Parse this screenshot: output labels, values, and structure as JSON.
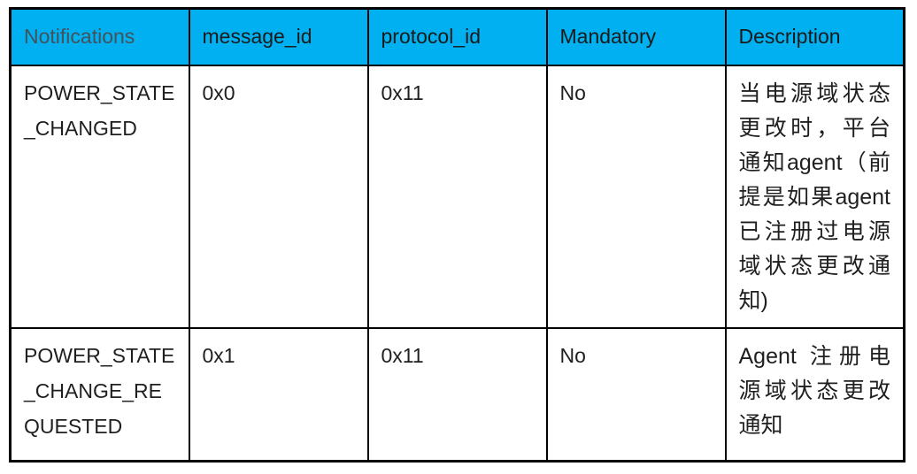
{
  "table": {
    "headers": [
      "Notifications",
      "message_id",
      "protocol_id",
      "Mandatory",
      "Description"
    ],
    "rows": [
      {
        "notifications": "POWER_STATE_CHANGED",
        "message_id": "0x0",
        "protocol_id": "0x11",
        "mandatory": "No",
        "description": "当电源域状态更改时，平台通知agent（前提是如果agent已注册过电源域状态更改通知)"
      },
      {
        "notifications": "POWER_STATE_CHANGE_REQUESTED",
        "message_id": "0x1",
        "protocol_id": "0x11",
        "mandatory": "No",
        "description": "Agent 注册电源域状态更改通知"
      }
    ],
    "colors": {
      "header_bg": "#00B0F0",
      "border": "#000000",
      "header_first_text": "#44525C",
      "header_text": "#1A1A1A",
      "cell_text": "#1F1F1F"
    }
  }
}
